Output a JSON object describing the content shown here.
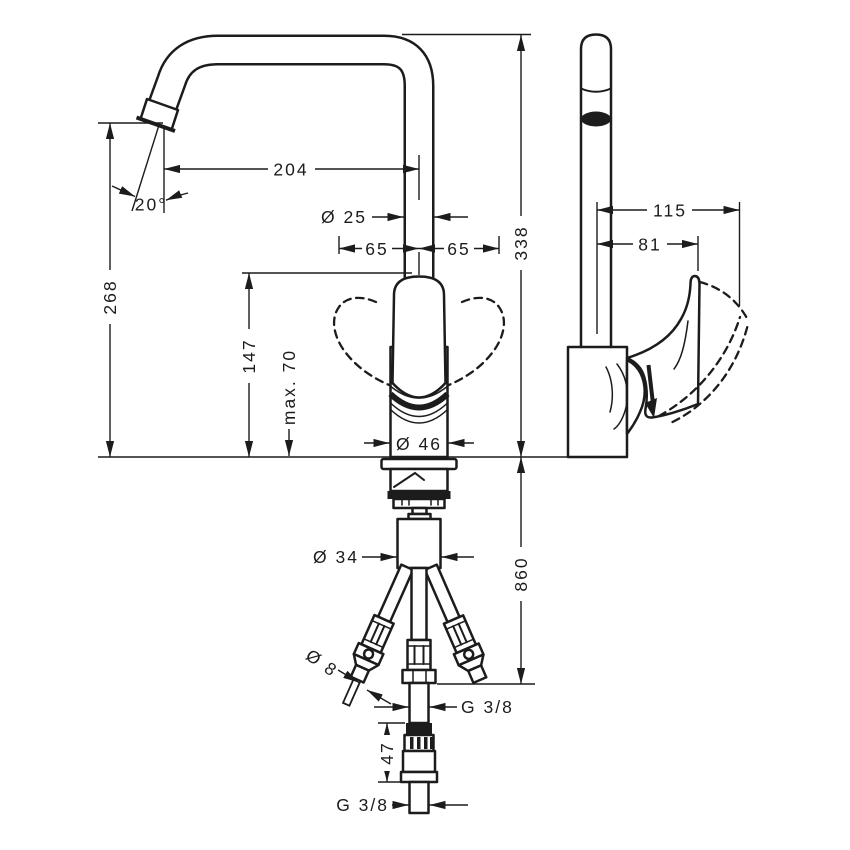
{
  "drawing": {
    "title": "kitchen-faucet-dimensional-drawing",
    "units": "mm",
    "front_view": {
      "spout_reach": "204",
      "spout_angle": "20°",
      "spout_pipe_diameter": "Ø 25",
      "swing_left": "65",
      "swing_right": "65",
      "overall_height": "338",
      "outlet_height": "268",
      "handle_top_height": "147",
      "max_mounting_thickness": "max. 70",
      "body_diameter": "Ø 46",
      "shank_diameter": "Ø 34",
      "hose_length": "860",
      "hose_diameter": "Ø 8",
      "hose_connection": "G 3/8",
      "adapter_height": "47",
      "bottom_connection": "G 3/8"
    },
    "side_view": {
      "open_handle_reach": "115",
      "handle_reach": "81"
    },
    "colors": {
      "line": "#1c1c1c",
      "background": "#ffffff"
    }
  }
}
